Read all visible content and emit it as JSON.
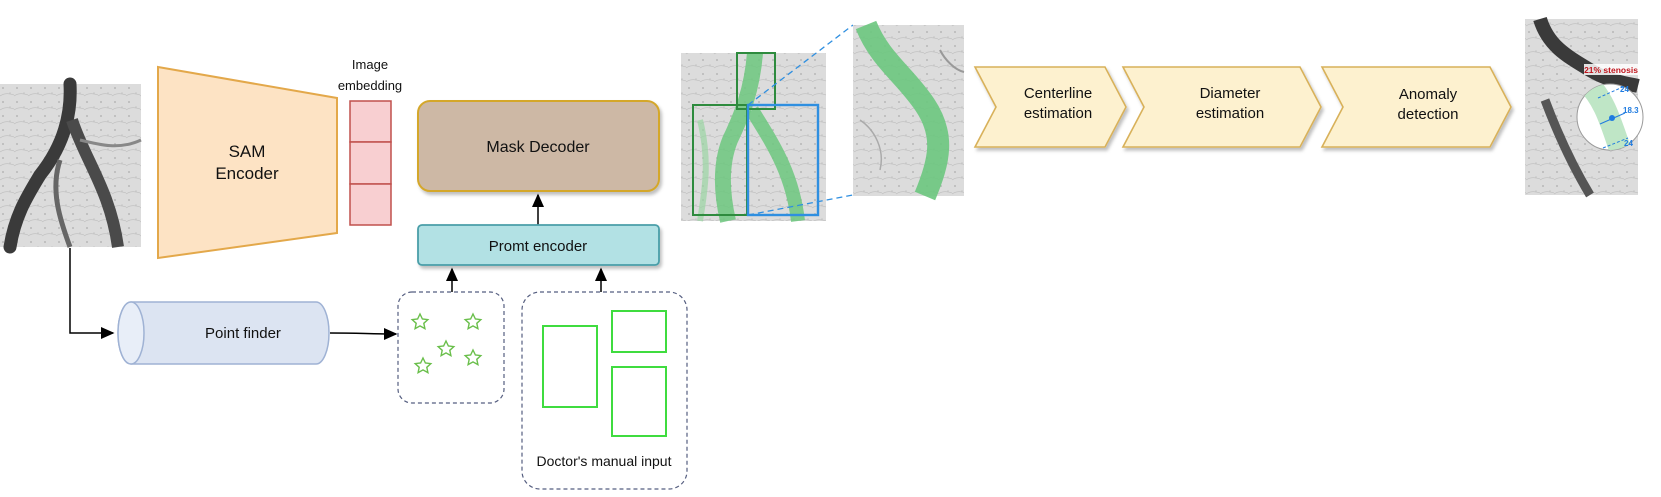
{
  "labels": {
    "sam_encoder_line1": "SAM",
    "sam_encoder_line2": "Encoder",
    "image_embedding_line1": "Image",
    "image_embedding_line2": "embedding",
    "mask_decoder": "Mask Decoder",
    "prompt_encoder": "Promt encoder",
    "point_finder": "Point finder",
    "doctors_input": "Doctor's manual input",
    "stage_centerline_line1": "Centerline",
    "stage_centerline_line2": "estimation",
    "stage_diameter_line1": "Diameter",
    "stage_diameter_line2": "estimation",
    "stage_anomaly_line1": "Anomaly",
    "stage_anomaly_line2": "detection"
  },
  "result": {
    "stenosis_label": "21% stenosis",
    "diameter_top": "24",
    "diameter_mid": "18.3",
    "diameter_bottom": "24"
  },
  "colors": {
    "sam_encoder_fill": "#fde3c4",
    "sam_encoder_stroke": "#e3a84a",
    "embedding_fill": "#f8cfd1",
    "embedding_stroke": "#c0504d",
    "mask_decoder_fill": "#cdb8a5",
    "mask_decoder_stroke": "#d4a72c",
    "prompt_encoder_fill": "#b2e1e4",
    "prompt_encoder_stroke": "#4a9ea8",
    "point_finder_fill": "#dce4f2",
    "point_finder_stroke": "#9fb2d4",
    "chevron_fill": "#fdf1cf",
    "chevron_stroke": "#d8b15a",
    "star_color": "#6abf4b",
    "manual_box_color": "#3fdc3f",
    "vessel_mask": "#6cc77e",
    "crop_dark_green": "#2e8b3e",
    "crop_blue": "#2f8fe0",
    "stenosis_red": "#c0141c",
    "measure_blue": "#1f7be0"
  }
}
